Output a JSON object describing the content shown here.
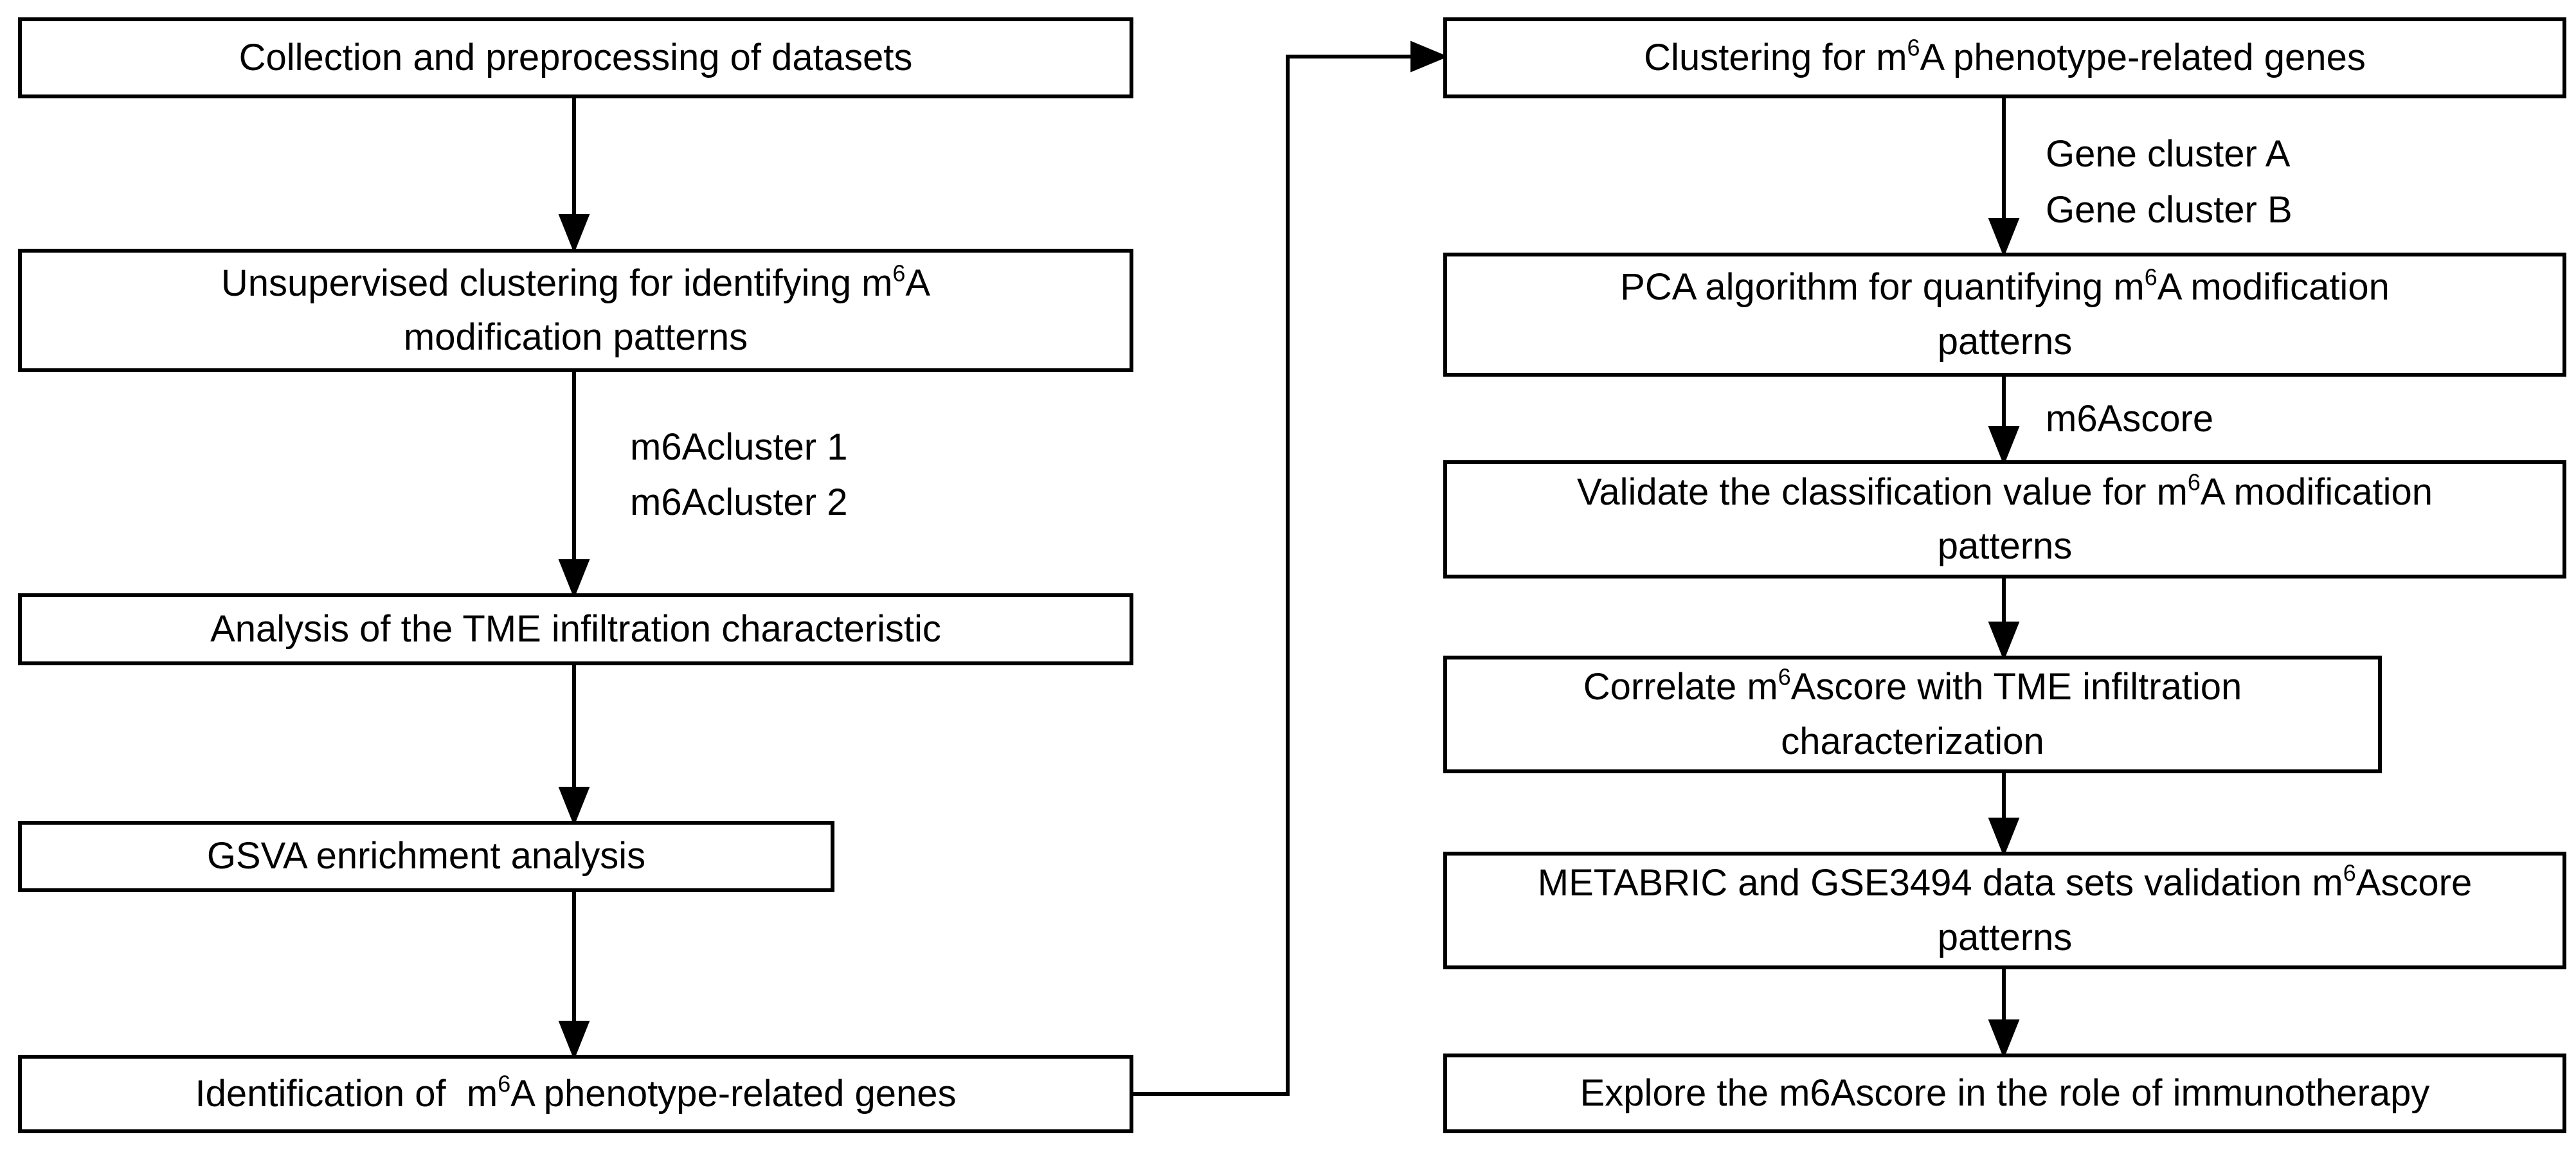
{
  "left_column": [
    {
      "id": "collection",
      "parts": [
        "Collection and preprocessing of datasets"
      ]
    },
    {
      "id": "unsupervised",
      "parts": [
        "Unsupervised clustering for identifying m",
        "6",
        "A",
        "modification patterns"
      ]
    },
    {
      "id": "tme-analysis",
      "parts": [
        "Analysis of the TME infiltration characteristic"
      ]
    },
    {
      "id": "gsva",
      "parts": [
        "GSVA enrichment analysis"
      ]
    },
    {
      "id": "identification",
      "parts": [
        "Identification of  m",
        "6",
        "A phenotype-related genes"
      ]
    }
  ],
  "right_column": [
    {
      "id": "clustering-genes",
      "parts": [
        "Clustering for m",
        "6",
        "A phenotype-related genes"
      ]
    },
    {
      "id": "pca",
      "parts": [
        "PCA algorithm for quantifying m",
        "6",
        "A modification",
        "patterns"
      ]
    },
    {
      "id": "validate",
      "parts": [
        "Validate the classification value for m",
        "6",
        "A modification",
        "patterns"
      ]
    },
    {
      "id": "correlate",
      "parts": [
        "Correlate m",
        "6",
        "Ascore with TME infiltration",
        "characterization"
      ]
    },
    {
      "id": "metabric",
      "parts": [
        "METABRIC and GSE3494 data sets validation m",
        "6",
        "Ascore",
        "patterns"
      ]
    },
    {
      "id": "explore",
      "parts": [
        "Explore the m6Ascore in the role of immunotherapy"
      ]
    }
  ],
  "edge_labels": {
    "m6acluster_1": "m6Acluster 1",
    "m6acluster_2": "m6Acluster 2",
    "gene_cluster_a": "Gene cluster A",
    "gene_cluster_b": "Gene cluster B",
    "m6ascore": "m6Ascore"
  },
  "colors": {
    "stroke": "#000000",
    "background": "#ffffff"
  }
}
